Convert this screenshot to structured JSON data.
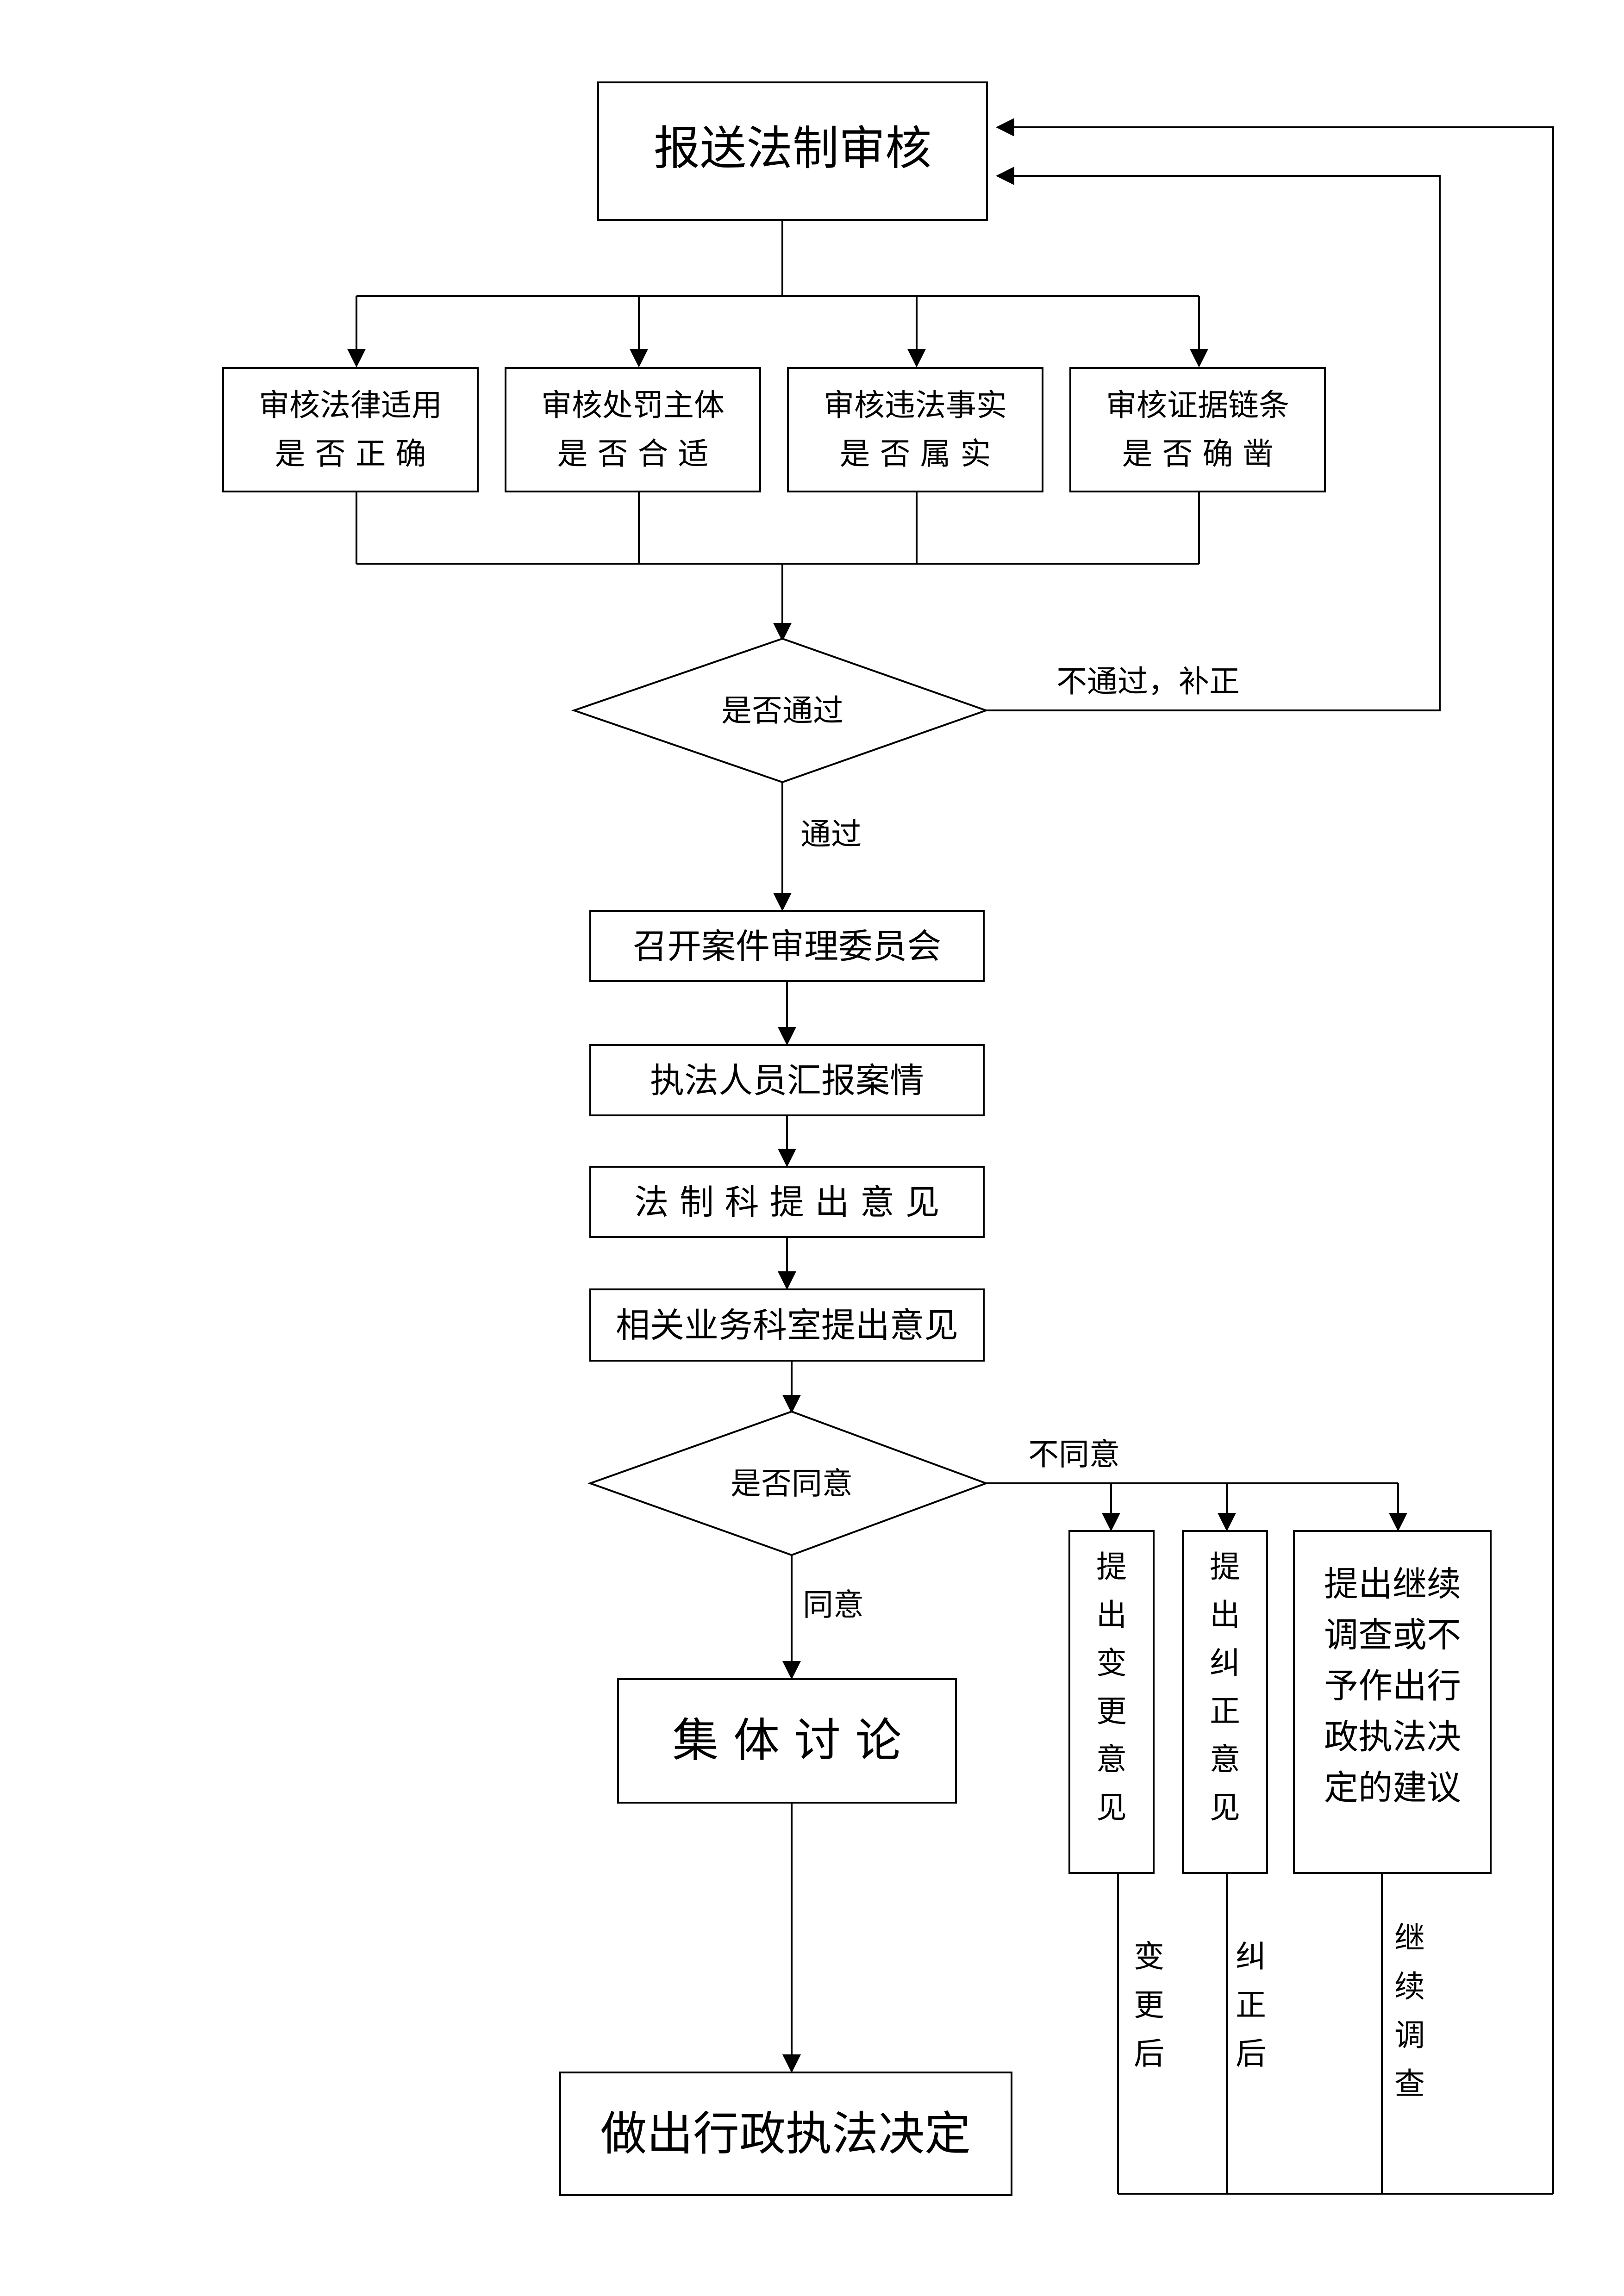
{
  "nodes": {
    "submit_review": "报送法制审核",
    "check_law": [
      "审核法律适用",
      "是 否 正 确"
    ],
    "check_subject": [
      "审核处罚主体",
      "是 否 合 适"
    ],
    "check_fact": [
      "审核违法事实",
      "是 否 属 实"
    ],
    "check_evidence": [
      "审核证据链条",
      "是 否 确 凿"
    ],
    "pass_decision": "是否通过",
    "convene_committee": "召开案件审理委员会",
    "officer_report": "执法人员汇报案情",
    "legal_dept_opinion": "法 制 科 提 出 意 见",
    "business_dept_opinion": "相关业务科室提出意见",
    "agree_decision": "是否同意",
    "collective_discussion": "集 体 讨 论",
    "make_decision": "做出行政执法决定",
    "opinion_change": [
      "提",
      "出",
      "变",
      "更",
      "意",
      "见"
    ],
    "opinion_correct": [
      "提",
      "出",
      "纠",
      "正",
      "意",
      "见"
    ],
    "opinion_investigate": [
      "提出继续",
      "调查或不",
      "予作出行",
      "政执法决",
      "定的建议"
    ]
  },
  "edge_labels": {
    "not_passed": "不通过，补正",
    "passed": "通过",
    "disagree": "不同意",
    "agree": "同意",
    "after_change": [
      "变",
      "更",
      "后"
    ],
    "after_correct": [
      "纠",
      "正",
      "后"
    ],
    "continue_investigate": [
      "继",
      "续",
      "调",
      "查"
    ]
  }
}
